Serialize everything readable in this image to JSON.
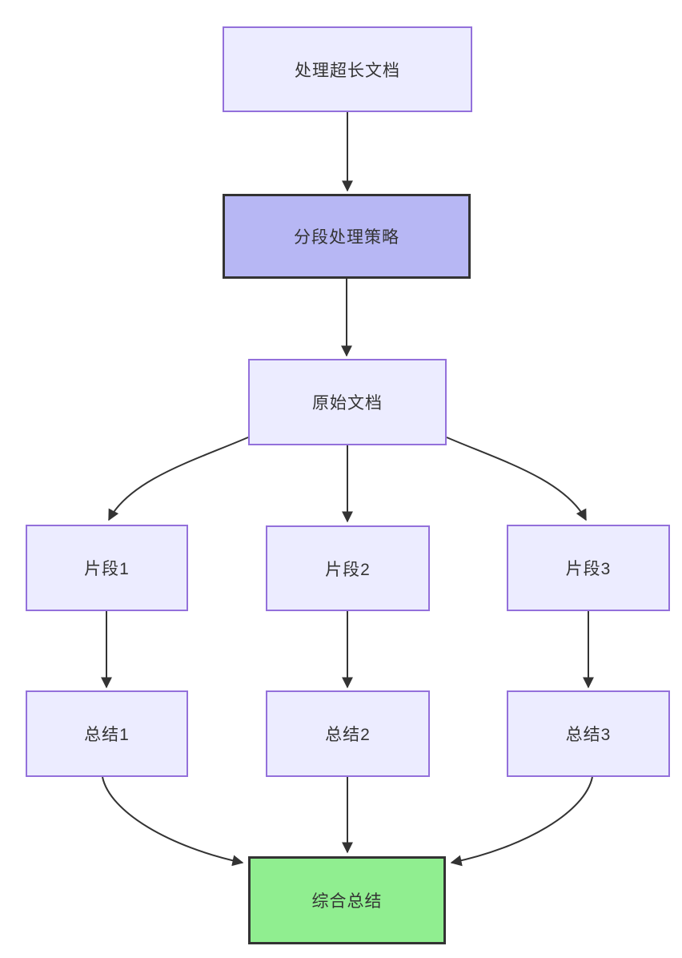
{
  "diagram": {
    "type": "flowchart",
    "direction": "top-down",
    "background_color": "#ffffff",
    "colors": {
      "node_fill": "#ECECFF",
      "node_border": "#9370DB",
      "highlight_fill": "#b7b7f4",
      "highlight_border": "#333333",
      "result_fill": "#90EE90",
      "result_border": "#333333",
      "edge_color": "#333333",
      "text_color": "#333333"
    },
    "nodes": [
      {
        "id": "A",
        "label": "处理超长文档",
        "style": "default"
      },
      {
        "id": "B",
        "label": "分段处理策略",
        "style": "highlight"
      },
      {
        "id": "C",
        "label": "原始文档",
        "style": "default"
      },
      {
        "id": "P1",
        "label": "片段1",
        "style": "default"
      },
      {
        "id": "P2",
        "label": "片段2",
        "style": "default"
      },
      {
        "id": "P3",
        "label": "片段3",
        "style": "default"
      },
      {
        "id": "S1",
        "label": "总结1",
        "style": "default"
      },
      {
        "id": "S2",
        "label": "总结2",
        "style": "default"
      },
      {
        "id": "S3",
        "label": "总结3",
        "style": "default"
      },
      {
        "id": "G",
        "label": "综合总结",
        "style": "result"
      }
    ],
    "edges": [
      {
        "from": "处理超长文档",
        "to": "分段处理策略"
      },
      {
        "from": "分段处理策略",
        "to": "原始文档"
      },
      {
        "from": "原始文档",
        "to": "片段1"
      },
      {
        "from": "原始文档",
        "to": "片段2"
      },
      {
        "from": "原始文档",
        "to": "片段3"
      },
      {
        "from": "片段1",
        "to": "总结1"
      },
      {
        "from": "片段2",
        "to": "总结2"
      },
      {
        "from": "片段3",
        "to": "总结3"
      },
      {
        "from": "总结1",
        "to": "综合总结"
      },
      {
        "from": "总结2",
        "to": "综合总结"
      },
      {
        "from": "总结3",
        "to": "综合总结"
      }
    ]
  }
}
